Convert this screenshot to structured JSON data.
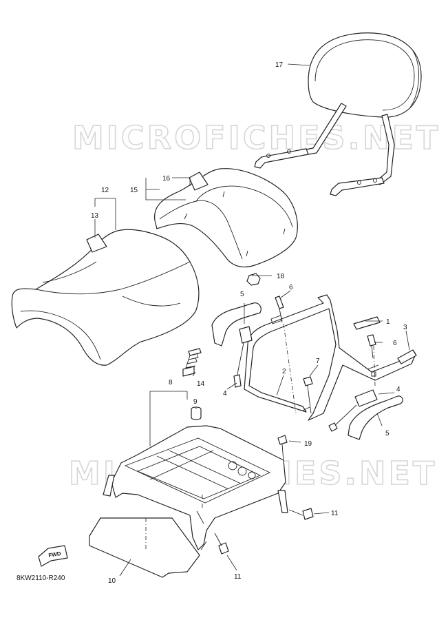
{
  "watermark": "MICROFICHES.NET",
  "diagram_code": "8KW2110-R240",
  "fwd_label": "FWD",
  "callouts": {
    "c1": "1",
    "c2": "2",
    "c3": "3",
    "c4a": "4",
    "c4b": "4",
    "c5a": "5",
    "c5b": "5",
    "c6a": "6",
    "c6b": "6",
    "c7": "7",
    "c8": "8",
    "c9": "9",
    "c10": "10",
    "c11a": "11",
    "c11b": "11",
    "c12": "12",
    "c13": "13",
    "c14": "14",
    "c15": "15",
    "c16": "16",
    "c17": "17",
    "c18": "18",
    "c19": "19"
  }
}
